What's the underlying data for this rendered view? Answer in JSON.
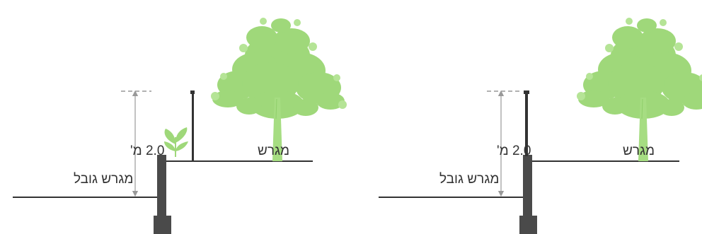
{
  "diagrams": [
    {
      "height_label": "2.0 מ'",
      "lot_label": "מגרש",
      "adjacent_lot_label": "מגרש גובל",
      "shows_plant": true
    },
    {
      "height_label": "2.0 מ'",
      "lot_label": "מגרש",
      "adjacent_lot_label": "מגרש גובל",
      "shows_plant": false
    }
  ],
  "colors": {
    "ground_line": "#333333",
    "wall": "#4a4a4a",
    "tree": "#9fd87a",
    "tree_trunk": "#a6dd82",
    "dimension": "#999999",
    "text": "#333333"
  },
  "icons": [
    "tree-icon",
    "sprout-icon",
    "dimension-arrow-icon"
  ]
}
